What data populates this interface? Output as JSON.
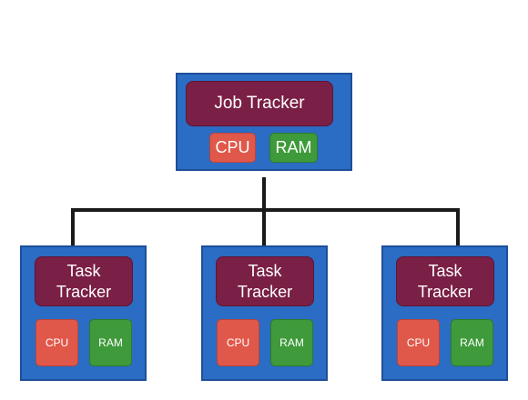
{
  "diagram": {
    "root": {
      "label": "Job Tracker",
      "cpu_label": "CPU",
      "ram_label": "RAM"
    },
    "children": [
      {
        "label": "Task Tracker",
        "cpu_label": "CPU",
        "ram_label": "RAM"
      },
      {
        "label": "Task Tracker",
        "cpu_label": "CPU",
        "ram_label": "RAM"
      },
      {
        "label": "Task Tracker",
        "cpu_label": "CPU",
        "ram_label": "RAM"
      }
    ]
  },
  "colors": {
    "node_fill": "#2b6cc4",
    "label_fill": "#7a1f45",
    "cpu_fill": "#e0584a",
    "ram_fill": "#3e9a3a",
    "connector": "#1a1a1a"
  }
}
